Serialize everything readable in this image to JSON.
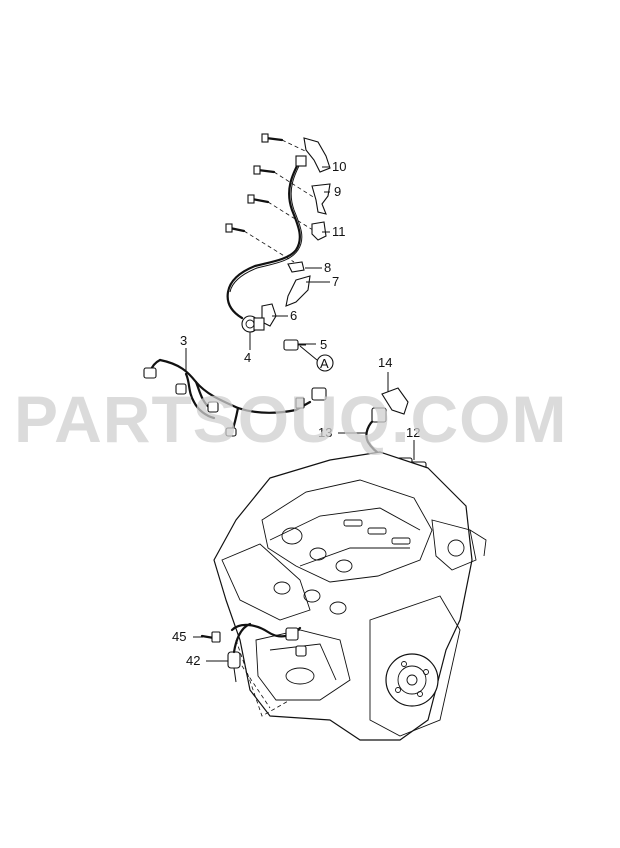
{
  "watermark": "PARTSOUQ.COM",
  "reference_marker": "A",
  "callouts": [
    {
      "id": "10",
      "label": "10"
    },
    {
      "id": "9",
      "label": "9"
    },
    {
      "id": "11",
      "label": "11"
    },
    {
      "id": "8",
      "label": "8"
    },
    {
      "id": "7",
      "label": "7"
    },
    {
      "id": "6",
      "label": "6"
    },
    {
      "id": "5",
      "label": "5"
    },
    {
      "id": "4",
      "label": "4"
    },
    {
      "id": "3",
      "label": "3"
    },
    {
      "id": "14",
      "label": "14"
    },
    {
      "id": "13",
      "label": "13"
    },
    {
      "id": "12",
      "label": "12"
    },
    {
      "id": "45",
      "label": "45"
    },
    {
      "id": "42",
      "label": "42"
    }
  ]
}
